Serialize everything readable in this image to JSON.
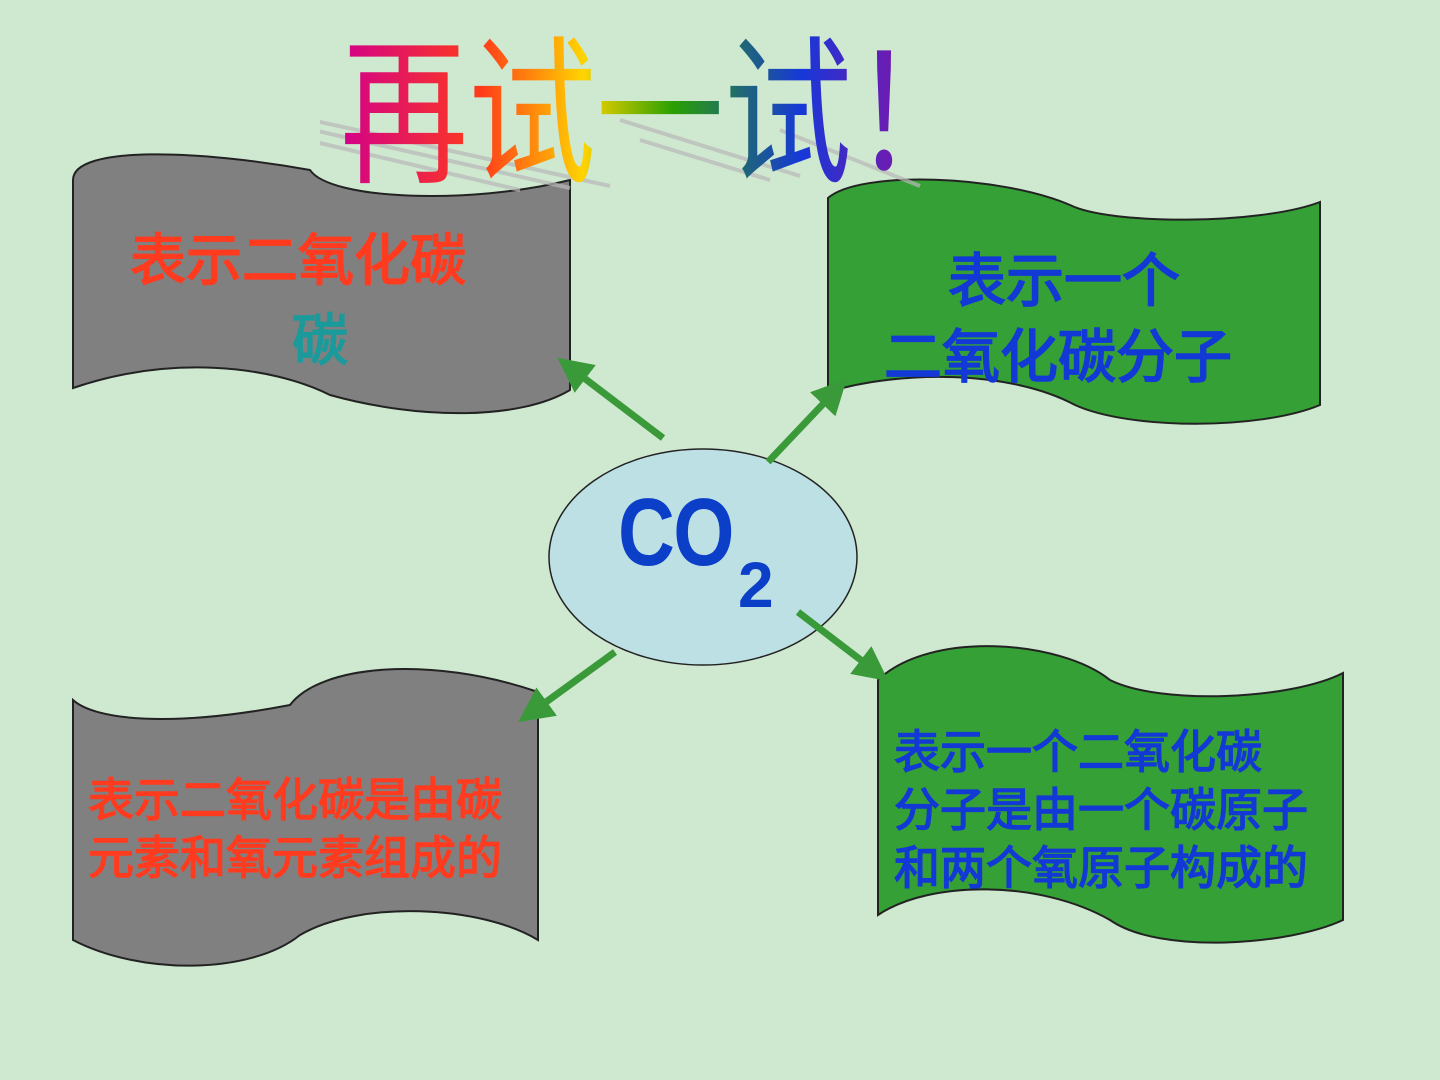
{
  "slide": {
    "title": "再试一试！",
    "formula": {
      "main": "CO",
      "subscript": "2"
    },
    "boxes": {
      "top_left": {
        "line1": "表示二氧化碳",
        "line2": "碳",
        "fill": "#808080",
        "line1_color": "#ff3b1f",
        "line2_color": "#1a9a9a"
      },
      "top_right": {
        "line1": "表示一个",
        "line2": "二氧化碳分子",
        "fill": "#35a035",
        "text_color": "#1238d6"
      },
      "bottom_left": {
        "line1": "表示二氧化碳是由碳",
        "line2": "元素和氧元素组成的",
        "fill": "#808080",
        "text_color": "#ff3b1f"
      },
      "bottom_right": {
        "line1": "表示一个二氧化碳",
        "line2": "分子是由一个碳原子",
        "line3": "和两个氧原子构成的",
        "fill": "#35a035",
        "text_color": "#1238d6"
      }
    },
    "center_ellipse_fill": "#bde0e4",
    "arrow_color": "#3a9a3a",
    "background": "#cfe8d0"
  }
}
